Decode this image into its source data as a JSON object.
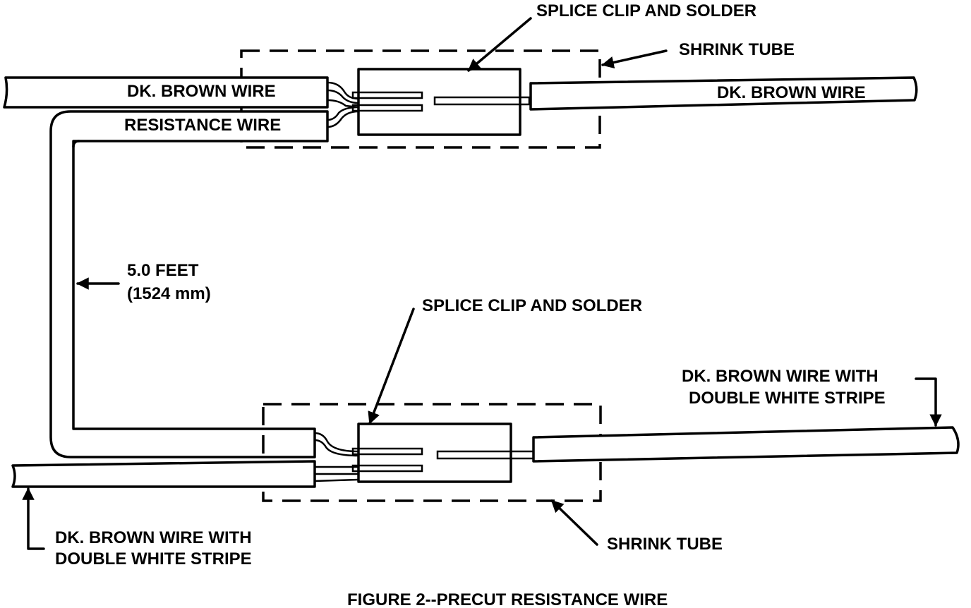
{
  "labels": {
    "splice_top": "SPLICE CLIP AND SOLDER",
    "shrink_top": "SHRINK TUBE",
    "dk_brown_left_top": "DK. BROWN WIRE",
    "resistance_wire": "RESISTANCE WIRE",
    "dk_brown_right_top": "DK. BROWN WIRE",
    "length_feet": "5.0 FEET",
    "length_mm": "(1524 mm)",
    "splice_bottom": "SPLICE CLIP AND SOLDER",
    "stripe_right_line1": "DK. BROWN WIRE WITH",
    "stripe_right_line2": "DOUBLE WHITE STRIPE",
    "stripe_left_line1": "DK. BROWN WIRE WITH",
    "stripe_left_line2": "DOUBLE WHITE STRIPE",
    "shrink_bottom": "SHRINK TUBE",
    "figure_caption": "FIGURE 2--PRECUT RESISTANCE WIRE"
  },
  "colors": {
    "ink": "#000000",
    "paper": "#ffffff"
  }
}
